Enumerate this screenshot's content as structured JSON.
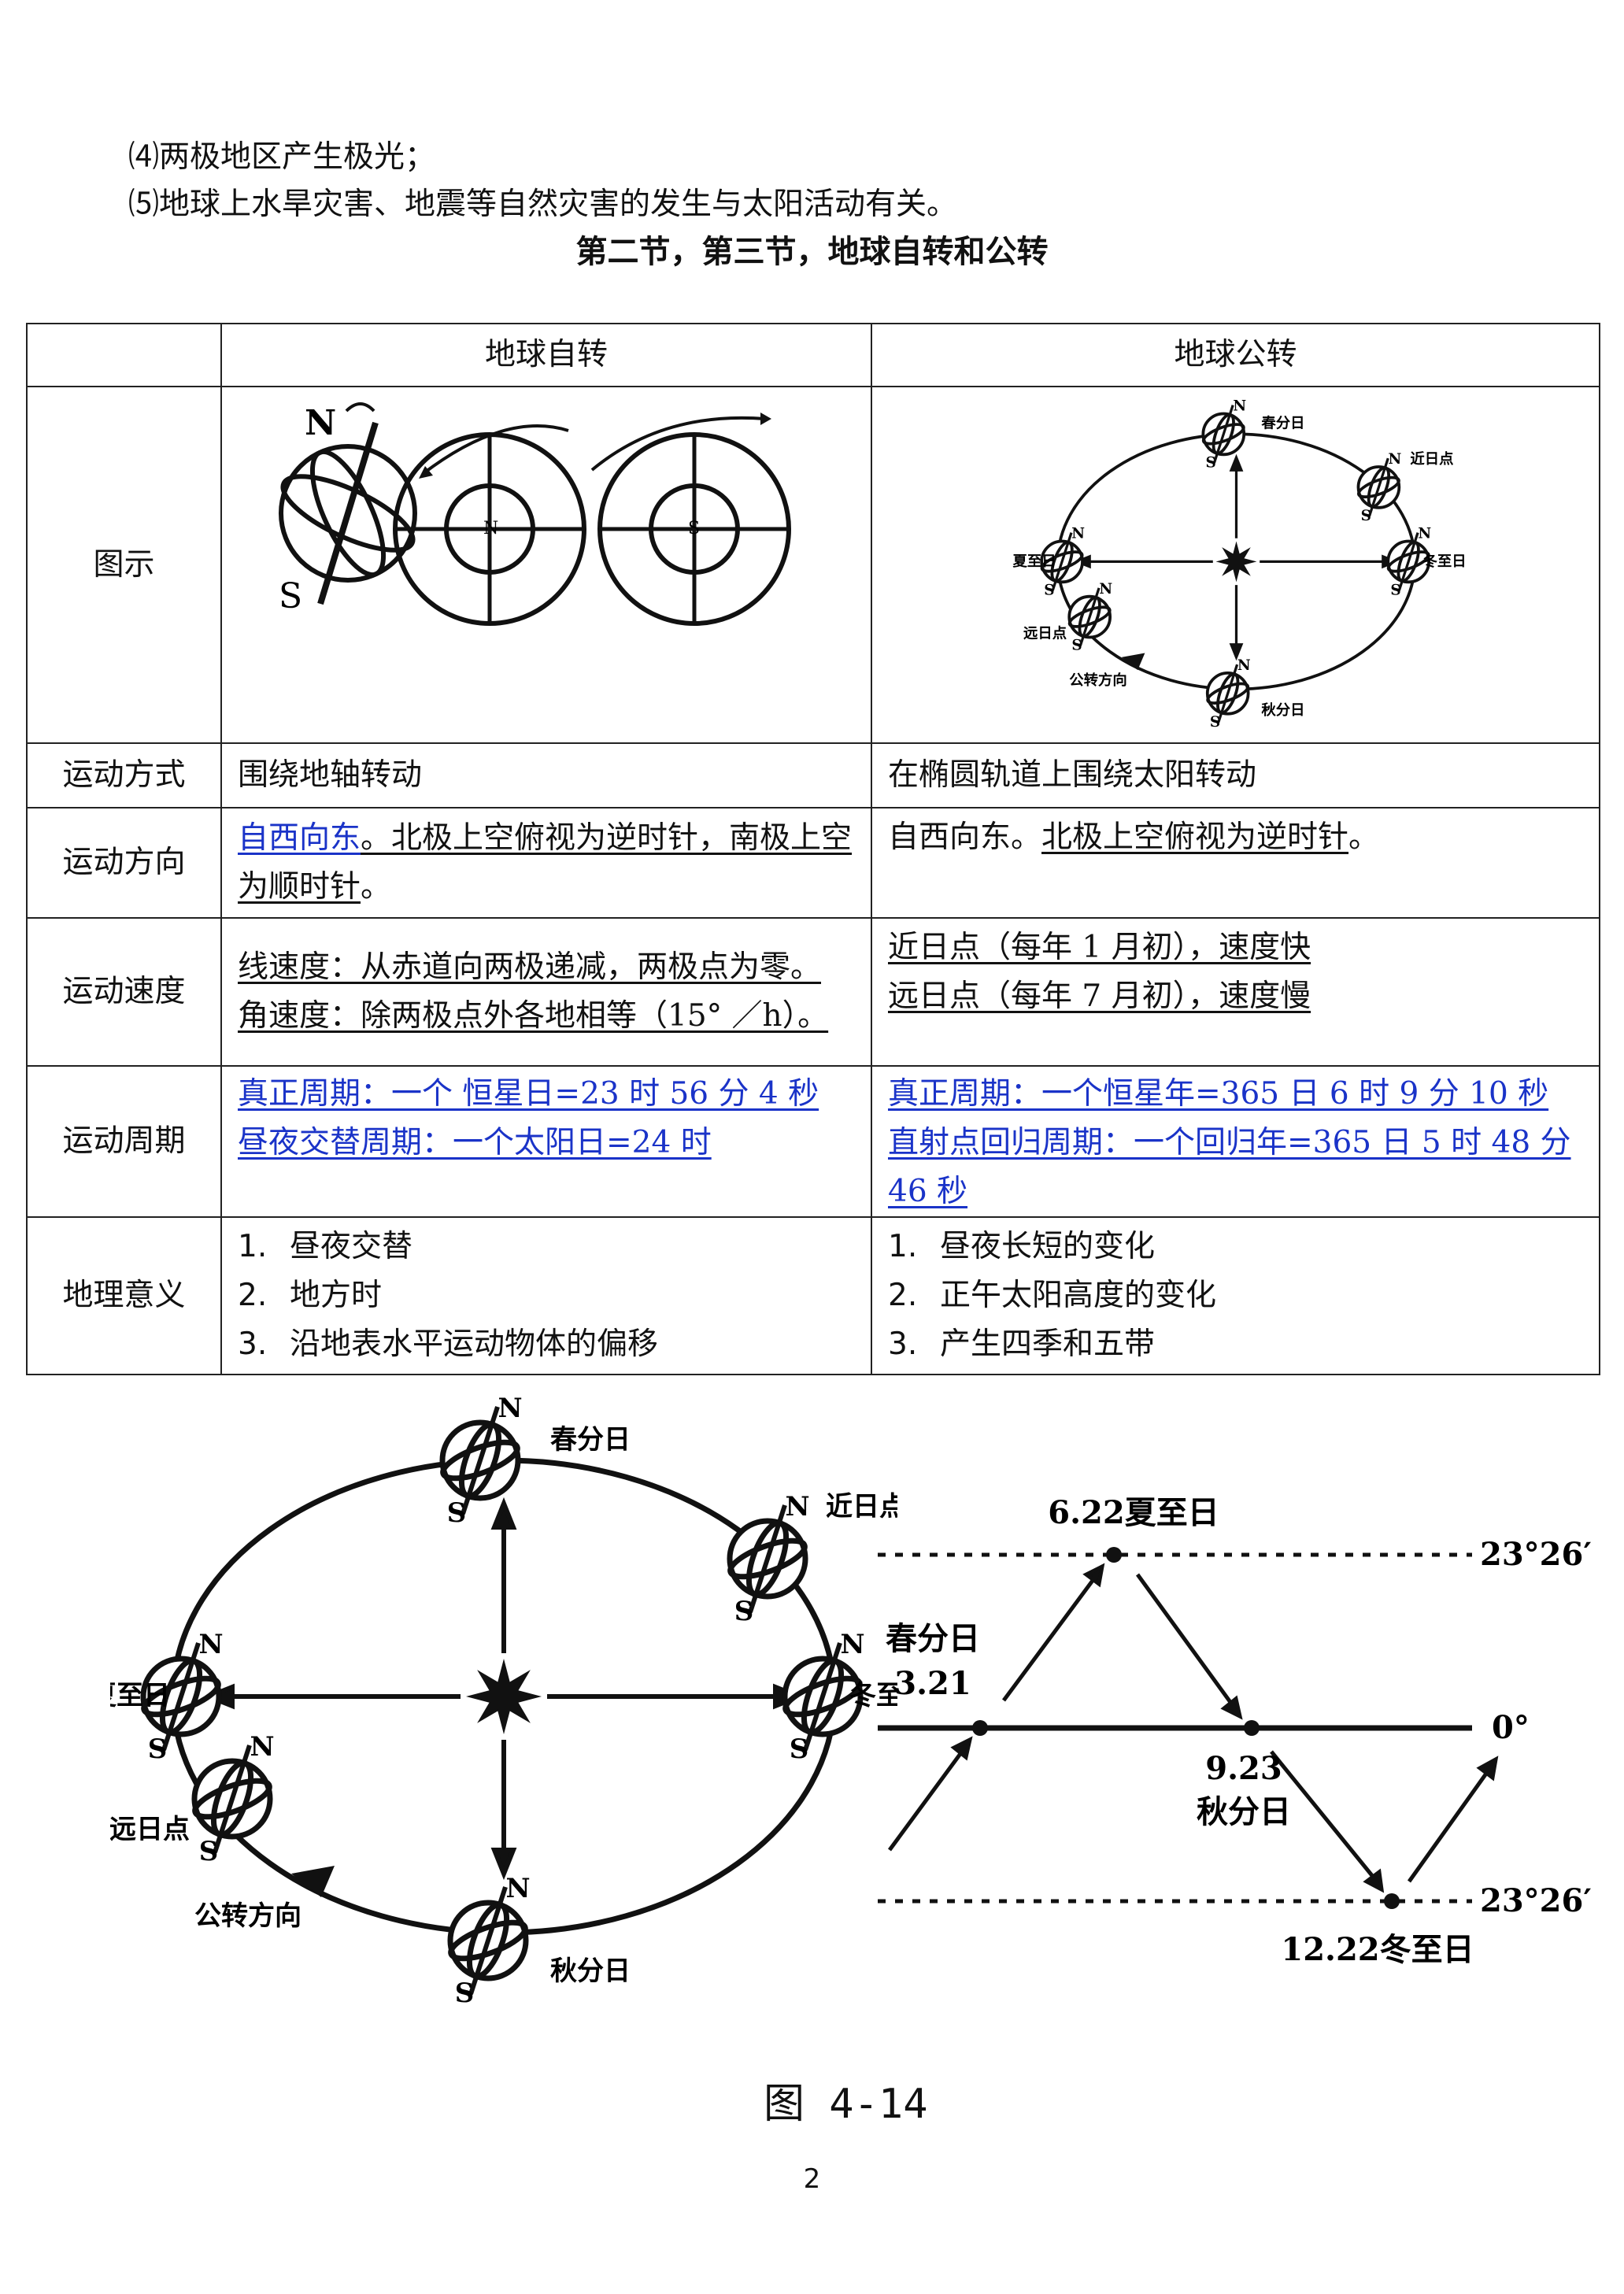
{
  "intro": {
    "line4": "⑷两极地区产生极光；",
    "line5": "⑸地球上水旱灾害、地震等自然灾害的发生与太阳活动有关。"
  },
  "section_title": "第二节，第三节，地球自转和公转",
  "table": {
    "header": {
      "rotation": "地球自转",
      "revolution": "地球公转"
    },
    "rows": {
      "diagram": {
        "label": "图示"
      },
      "mode": {
        "label": "运动方式",
        "rotation": "围绕地轴转动",
        "revolution": "在椭圆轨道上围绕太阳转动"
      },
      "direction": {
        "label": "运动方向",
        "rotation_a": "自西向东",
        "rotation_b": "。北极上空俯视为逆时针，南极上空为顺时针",
        "rotation_c": "。",
        "revolution_a": "自西向东。",
        "revolution_b": "北极上空俯视为逆时针",
        "revolution_c": "。"
      },
      "speed": {
        "label": "运动速度",
        "rotation_1": "线速度：从赤道向两极递减，两极点为零。",
        "rotation_2": "角速度：除两极点外各地相等（15° ／h）。",
        "revolution_1": "近日点（每年 1 月初），速度快",
        "revolution_2": "远日点（每年 7 月初），速度慢"
      },
      "period": {
        "label": "运动周期",
        "rotation_1": "真正周期：一个 恒星日=23 时 56 分 4 秒",
        "rotation_2": "昼夜交替周期：一个太阳日=24 时",
        "revolution_1": "真正周期：一个恒星年=365 日 6 时 9 分 10 秒",
        "revolution_2": "直射点回归周期：一个回归年=365 日 5 时 48 分 46 秒"
      },
      "significance": {
        "label": "地理意义",
        "rotation": [
          {
            "num": "1.",
            "text": "昼夜交替"
          },
          {
            "num": "2.",
            "text": "地方时"
          },
          {
            "num": "3.",
            "text": "沿地表水平运动物体的偏移"
          }
        ],
        "revolution": [
          {
            "num": "1.",
            "text": "昼夜长短的变化"
          },
          {
            "num": "2.",
            "text": "正午太阳高度的变化"
          },
          {
            "num": "3.",
            "text": "产生四季和五带"
          }
        ]
      }
    }
  },
  "rotation_diagram": {
    "n_label": "N",
    "s_label": "S"
  },
  "orbit_labels": {
    "spring": "春分日",
    "summer": "夏至日",
    "autumn": "秋分日",
    "winter": "冬至日",
    "perihelion": "近日点",
    "aphelion": "远日点",
    "direction": "公转方向",
    "n": "N",
    "s": "S"
  },
  "sun_path": {
    "summer": "6.22夏至日",
    "spring_name": "春分日",
    "spring_date": "3.21",
    "autumn_date": "9.23",
    "autumn_name": "秋分日",
    "winter": "12.22冬至日",
    "lat_top": "23°26′",
    "lat_mid": "0°",
    "lat_bot": "23°26′"
  },
  "figure_caption": "图 4-14",
  "page_number": "2",
  "colors": {
    "link_blue": "#1a33c8",
    "ink": "#111111"
  }
}
